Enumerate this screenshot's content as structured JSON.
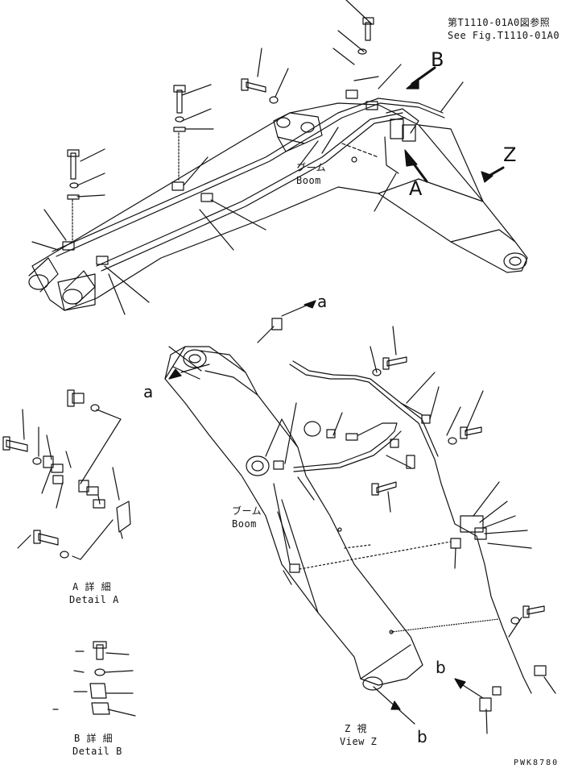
{
  "reference_note": {
    "jp": "第T1110-01A0図参照",
    "en": "See Fig.T1110-01A0"
  },
  "views": {
    "B": "B",
    "Z": "Z",
    "A": "A"
  },
  "boom_labels": [
    {
      "jp": "ブーム",
      "en": "Boom"
    },
    {
      "jp": "ブーム",
      "en": "Boom"
    }
  ],
  "connectors": {
    "a_upper": "a",
    "a_left": "a",
    "b_right": "b",
    "b_bottom": "b"
  },
  "detail_a": {
    "jp": "A 詳 細",
    "en": "Detail A"
  },
  "detail_b": {
    "jp": "B 詳 細",
    "en": "Detail B"
  },
  "view_z": {
    "jp": "Z 視",
    "en": "View Z"
  },
  "drawing_id": "PWK8780"
}
